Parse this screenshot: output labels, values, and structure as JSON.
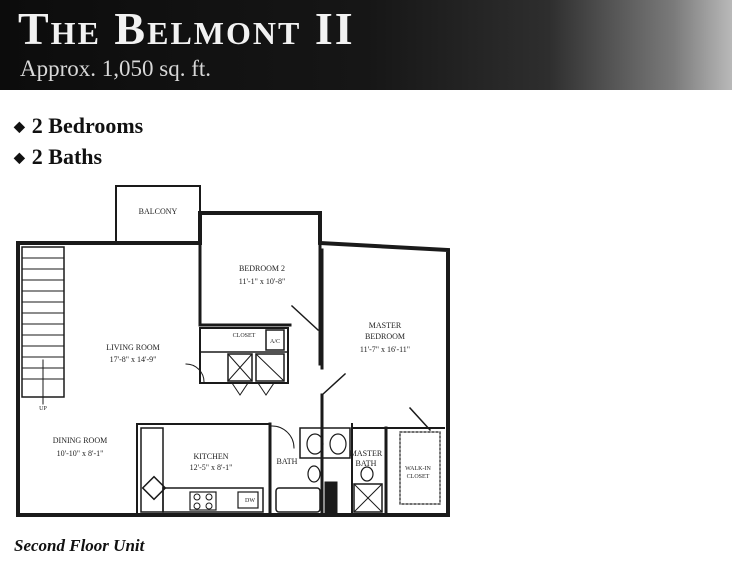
{
  "header": {
    "title": "The Belmont II",
    "subtitle": "Approx. 1,050 sq. ft."
  },
  "features": [
    {
      "icon": "diamond-bullet-icon",
      "label": "2 Bedrooms"
    },
    {
      "icon": "diamond-bullet-icon",
      "label": "2 Baths"
    }
  ],
  "rooms": {
    "balcony": {
      "name": "BALCONY"
    },
    "bedroom2": {
      "name": "BEDROOM 2",
      "size": "11'-1\" x 10'-8\""
    },
    "living": {
      "name": "LIVING ROOM",
      "size": "17'-8\" x 14'-9\""
    },
    "master": {
      "name": "MASTER",
      "name2": "BEDROOM",
      "size": "11'-7\" x 16'-11\""
    },
    "dining": {
      "name": "DINING ROOM",
      "size": "10'-10\" x 8'-1\""
    },
    "kitchen": {
      "name": "KITCHEN",
      "size": "12'-5\" x 8'-1\""
    },
    "bath": {
      "name": "BATH"
    },
    "master_bath": {
      "name": "MASTER",
      "name2": "BATH"
    },
    "closet": {
      "name": "CLOSET"
    },
    "wic": {
      "name": "WALK-IN",
      "name2": "CLOSET"
    },
    "ac": {
      "name": "A/C"
    },
    "dw": {
      "name": "DW"
    },
    "up": {
      "name": "UP"
    }
  },
  "footer": {
    "caption": "Second Floor Unit"
  }
}
